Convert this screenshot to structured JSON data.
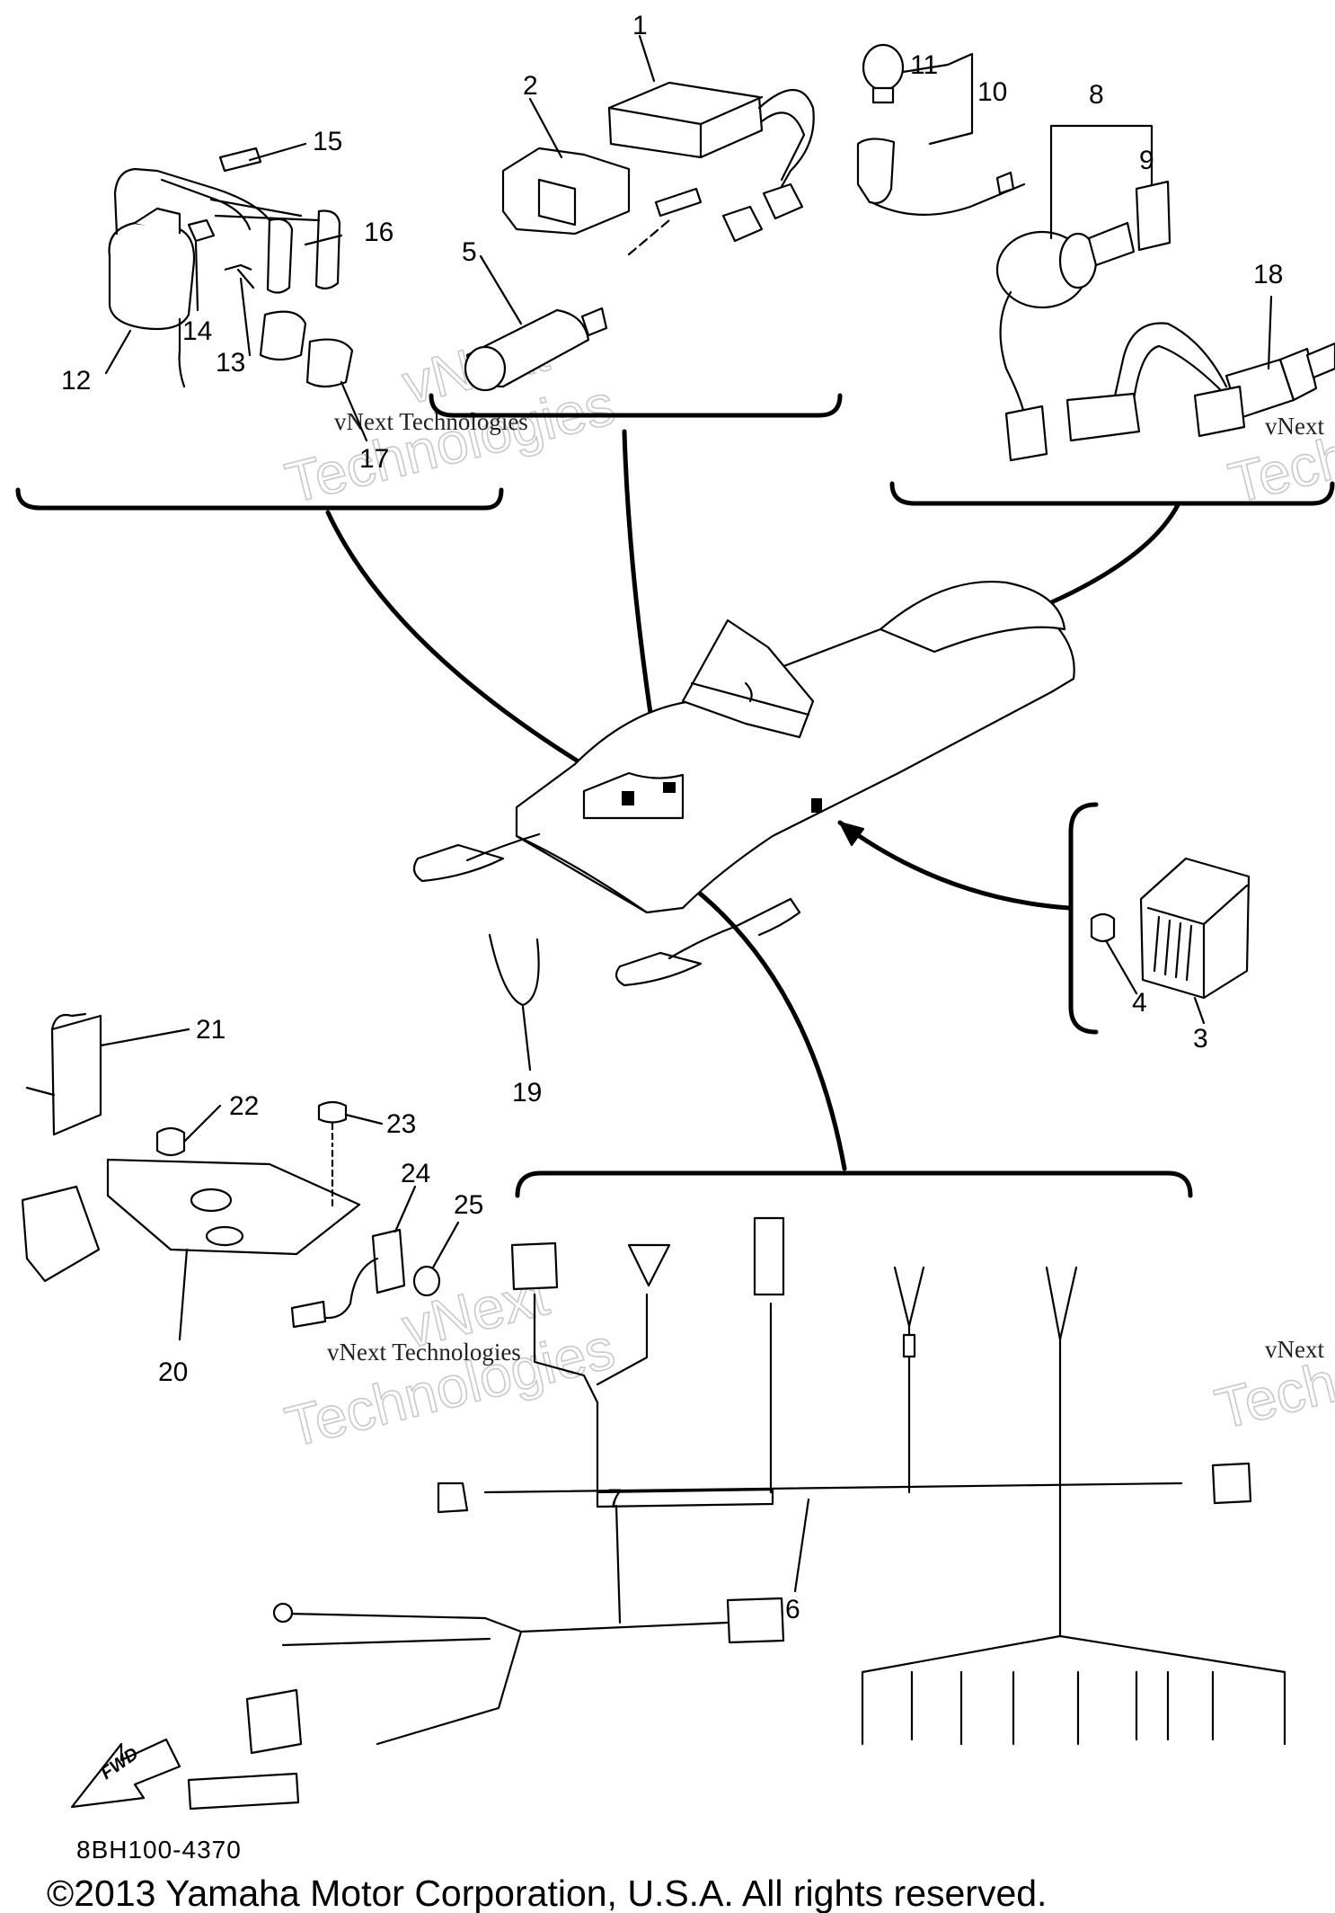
{
  "diagram": {
    "callouts": {
      "c1": "1",
      "c2": "2",
      "c3": "3",
      "c4": "4",
      "c5": "5",
      "c6": "6",
      "c7": "7",
      "c8": "8",
      "c9": "9",
      "c10": "10",
      "c11": "11",
      "c12": "12",
      "c13": "13",
      "c14": "14",
      "c15": "15",
      "c16": "16",
      "c17": "17",
      "c18": "18",
      "c19": "19",
      "c20": "20",
      "c21": "21",
      "c22": "22",
      "c23": "23",
      "c24": "24",
      "c25": "25"
    },
    "watermark": {
      "brand_word": "vNext",
      "tech_word": "Technologies",
      "small_line": "vNext Technologies",
      "small_fragment": "vNext",
      "edge_fragment": "Tech"
    },
    "direction_marker": "FWD",
    "diagram_code": "8BH100-4370",
    "copyright": "©2013 Yamaha Motor Corporation, U.S.A. All rights reserved."
  }
}
